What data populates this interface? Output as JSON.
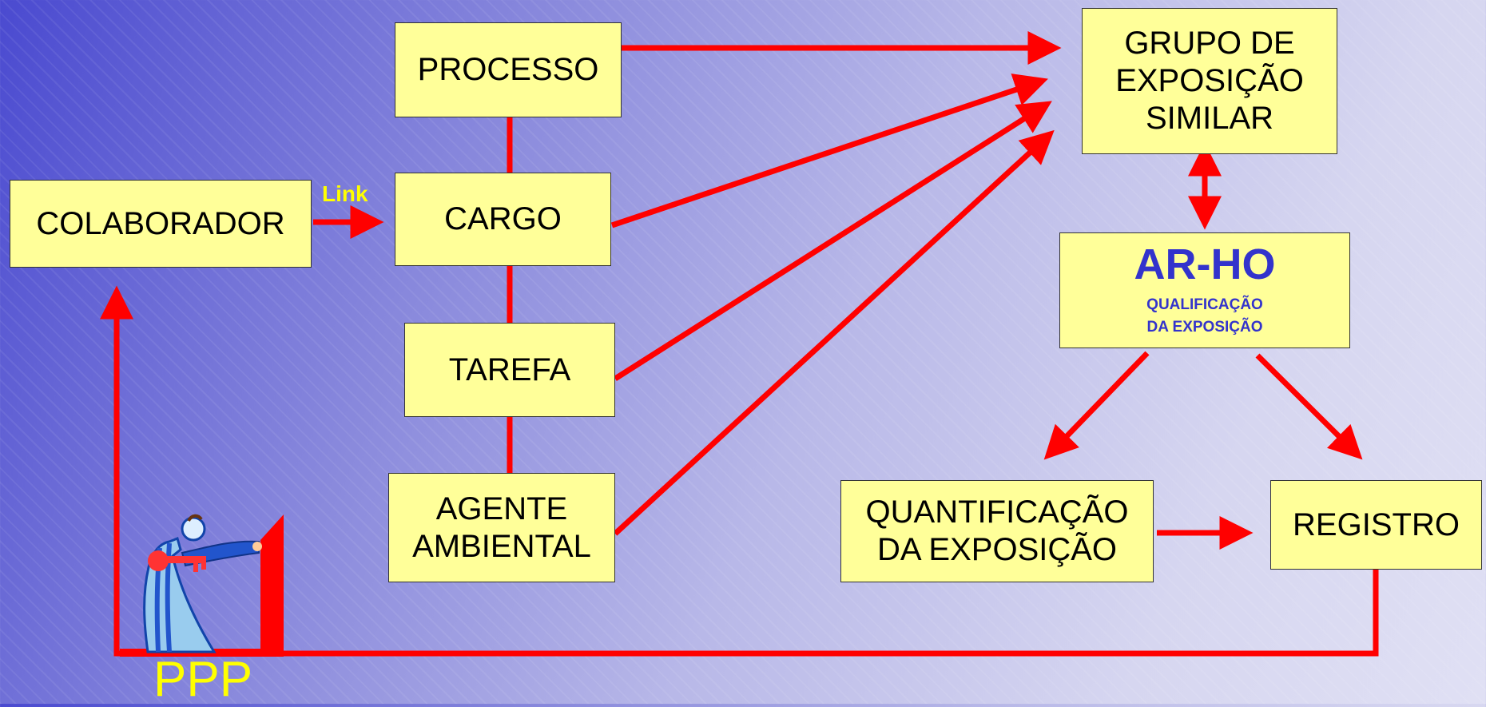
{
  "boxes": {
    "colaborador": "COLABORADOR",
    "processo": "PROCESSO",
    "cargo": "CARGO",
    "tarefa": "TAREFA",
    "agente": "AGENTE\nAMBIENTAL",
    "grupo": "GRUPO DE\nEXPOSIÇÃO\nSIMILAR",
    "arho_title": "AR-HO",
    "arho_subtitle": "QUALIFICAÇÃO\nDA EXPOSIÇÃO",
    "quantificacao": "QUANTIFICAÇÃO\nDA EXPOSIÇÃO",
    "registro": "REGISTRO"
  },
  "labels": {
    "link": "Link",
    "ppp": "PPP"
  },
  "colors": {
    "box_fill": "#ffff99",
    "arrow": "#ff0000",
    "arho_text": "#3333cc",
    "label_text": "#ffff00"
  },
  "icons": {
    "figure": "person-with-key-opening-door-icon"
  }
}
